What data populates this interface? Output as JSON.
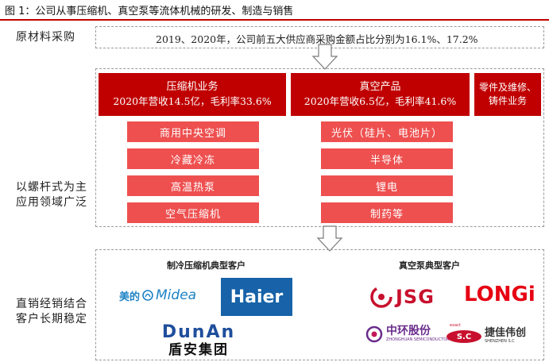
{
  "figure_title": "图 1：公司从事压缩机、真空泵等流体机械的研发、制造与销售",
  "rows": {
    "raw_material": {
      "label": "原材料采购",
      "text": "2019、2020年，公司前五大供应商采购金额占比分别为16.1%、17.2%"
    },
    "application": {
      "label_line1": "以螺杆式为主",
      "label_line2": "应用领域广泛"
    },
    "customers": {
      "label_line1": "直销经销结合",
      "label_line2": "客户长期稳定"
    }
  },
  "business": {
    "compressor": {
      "title": "压缩机业务",
      "stats": "2020年营收14.5亿，毛利率33.6%",
      "apps": [
        "商用中央空调",
        "冷藏冷冻",
        "高温热泵",
        "空气压缩机"
      ]
    },
    "vacuum": {
      "title": "真空产品",
      "stats": "2020年营收6.5亿，毛利率41.6%",
      "apps": [
        "光伏（硅片、电池片）",
        "半导体",
        "锂电",
        "制药等"
      ]
    },
    "parts": {
      "line1": "零件及维修、",
      "line2": "铸件业务"
    }
  },
  "customer_groups": {
    "refrigeration": {
      "title": "制冷压缩机典型客户",
      "logos": {
        "midea_cn": "美的",
        "midea_en": "Midea",
        "haier": "Haier",
        "dunan_en": "DunAn",
        "dunan_cn": "盾安集团"
      }
    },
    "vacuum_pump": {
      "title": "真空泵典型客户",
      "logos": {
        "jsg": "JSG",
        "longi": "LONGi",
        "zhonghuan_cn": "中环股份",
        "zhonghuan_en": "ZHONGHUAN SEMICONDUCTOR",
        "jiejia_mark": "S.C",
        "jiejia_tag": "exact",
        "jiejia_cn": "捷佳伟创",
        "jiejia_en": "SHENZHEN S.C"
      }
    }
  },
  "colors": {
    "accent_red": "#c00000",
    "pink": "#ee5050",
    "haier_blue": "#1762a8",
    "dunan_blue": "#1f4e9c",
    "longi_red": "#e60012",
    "zhonghuan_purple": "#6a2c8c"
  }
}
